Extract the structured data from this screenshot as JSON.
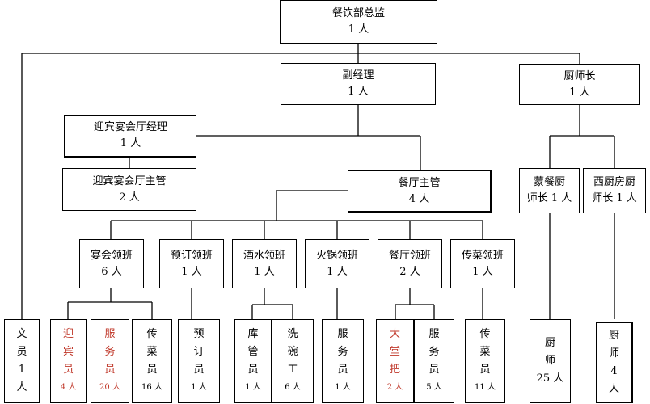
{
  "director": {
    "title": "餐饮部总监",
    "count": "1 人"
  },
  "deputy": {
    "title": "副经理",
    "count": "1 人"
  },
  "chef": {
    "title": "厨师长",
    "count": "1 人"
  },
  "reception_mgr": {
    "title": "迎宾宴会厅经理",
    "count": "1 人"
  },
  "reception_sup": {
    "title": "迎宾宴会厅主管",
    "count": "2 人"
  },
  "restaurant_sup": {
    "title": "餐厅主管",
    "count": "4 人"
  },
  "mongol_chef": {
    "line1": "蒙餐厨",
    "line2": "师长 1 人"
  },
  "western_chef": {
    "line1": "西厨房厨",
    "line2": "师长  1 人"
  },
  "leaders": [
    {
      "title": "宴会领班",
      "count": "6 人"
    },
    {
      "title": "预订领班",
      "count": "1 人"
    },
    {
      "title": "酒水领班",
      "count": "1 人"
    },
    {
      "title": "火锅领班",
      "count": "1 人"
    },
    {
      "title": "餐厅领班",
      "count": "2 人"
    },
    {
      "title": "传菜领班",
      "count": "1 人"
    }
  ],
  "staff": {
    "clerk": {
      "chars": [
        "文",
        "员",
        "1",
        "人"
      ]
    },
    "greeter": {
      "chars": [
        "迎",
        "宾",
        "员"
      ],
      "count": "4 人"
    },
    "waiter_banquet": {
      "chars": [
        "服",
        "务",
        "员"
      ],
      "count": "20 人"
    },
    "runner_banquet": {
      "chars": [
        "传",
        "菜",
        "员"
      ],
      "count": "16 人"
    },
    "booking": {
      "chars": [
        "预",
        "订",
        "员"
      ],
      "count": "1 人"
    },
    "storekeeper": {
      "chars": [
        "库",
        "管",
        "员"
      ],
      "count": "1 人"
    },
    "dishwasher": {
      "chars": [
        "洗",
        "碗",
        "工"
      ],
      "count": "6 人"
    },
    "waiter_hotpot": {
      "chars": [
        "服",
        "务",
        "员"
      ],
      "count": "1 人"
    },
    "floor_manager": {
      "chars": [
        "大",
        "堂",
        "把"
      ],
      "count": "2 人"
    },
    "waiter_rest": {
      "chars": [
        "服",
        "务",
        "员"
      ],
      "count": "5 人"
    },
    "runner": {
      "chars": [
        "传",
        "菜",
        "员"
      ],
      "count": "11 人"
    },
    "cook_mongol": {
      "chars": [
        "厨",
        "师"
      ],
      "count": "25 人"
    },
    "cook_western": {
      "chars": [
        "厨",
        "师",
        "4",
        "人"
      ]
    }
  },
  "colors": {
    "line": "#000000",
    "highlight_text": "#c0392b"
  }
}
